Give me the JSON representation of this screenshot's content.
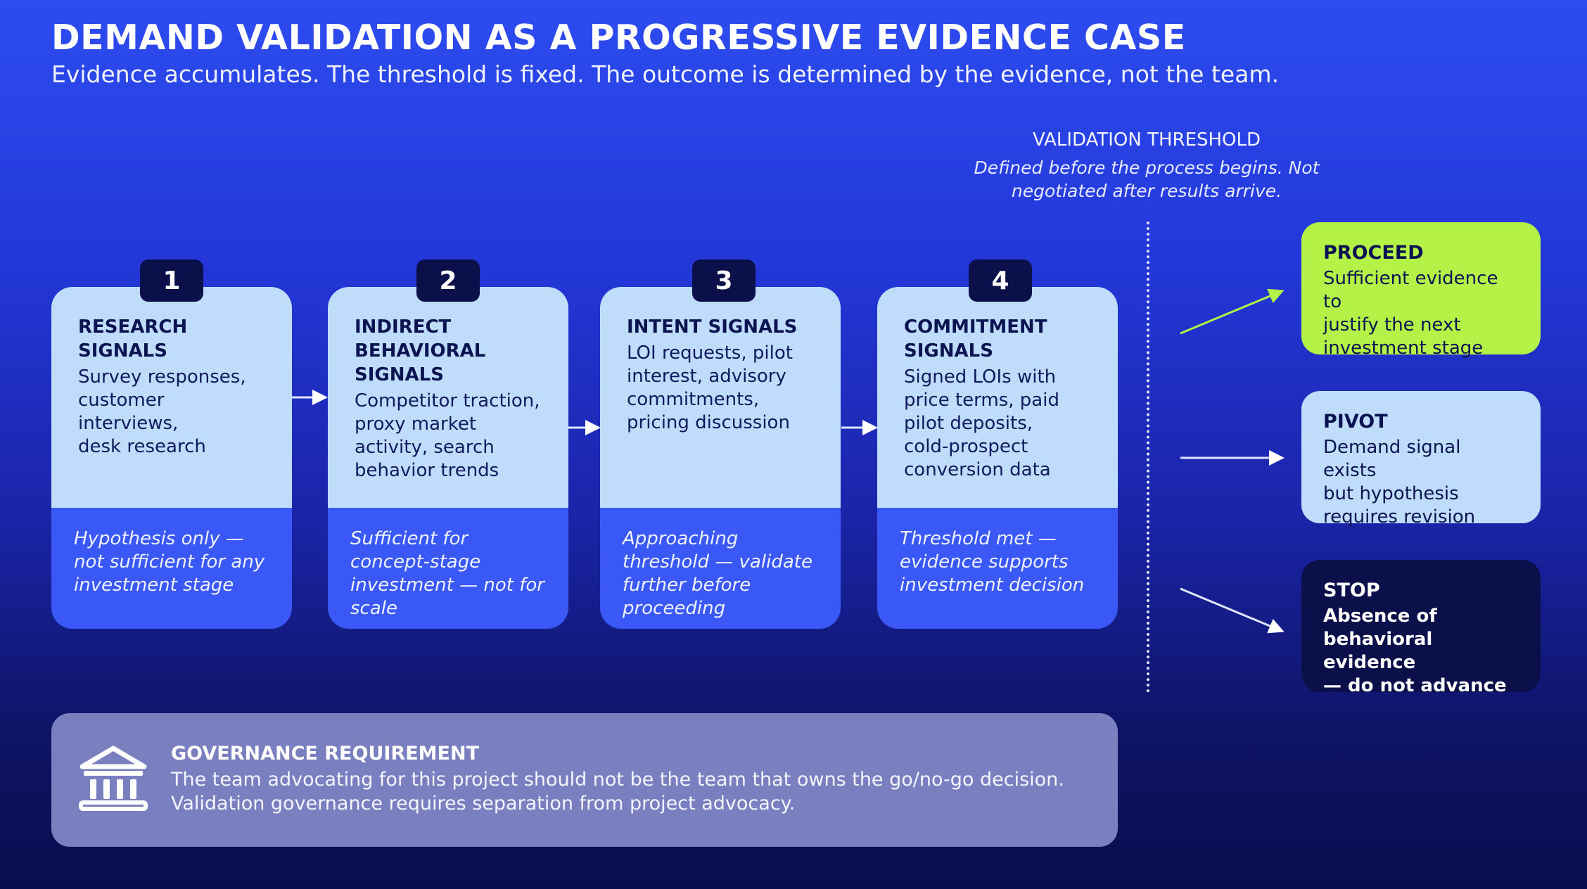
{
  "header": {
    "title": "DEMAND VALIDATION AS A PROGRESSIVE EVIDENCE CASE",
    "subtitle": "Evidence accumulates. The threshold is fixed. The outcome is determined by the evidence, not the team."
  },
  "threshold": {
    "title": "VALIDATION THRESHOLD",
    "note": "Defined before the process begins. Not\nnegotiated after results arrive."
  },
  "stages": [
    {
      "number": "1",
      "title": "RESEARCH\nSIGNALS",
      "description": "Survey responses,\ncustomer interviews,\ndesk research",
      "assessment": "Hypothesis only —\nnot sufficient for any\ninvestment stage"
    },
    {
      "number": "2",
      "title": "INDIRECT\nBEHAVIORAL\nSIGNALS",
      "description": "Competitor traction,\nproxy market\nactivity, search\nbehavior trends",
      "assessment": "Sufficient for\nconcept-stage\ninvestment — not for\nscale"
    },
    {
      "number": "3",
      "title": "INTENT SIGNALS",
      "description": "LOI requests, pilot\ninterest, advisory\ncommitments,\npricing discussion",
      "assessment": "Approaching\nthreshold — validate\nfurther before\nproceeding"
    },
    {
      "number": "4",
      "title": "COMMITMENT\nSIGNALS",
      "description": "Signed LOIs with\nprice terms, paid\npilot deposits,\ncold-prospect\nconversion data",
      "assessment": "Threshold met —\nevidence supports\ninvestment decision"
    }
  ],
  "outcomes": {
    "proceed": {
      "title": "PROCEED",
      "description": "Sufficient evidence to\njustify the next\ninvestment stage",
      "color": "#b4f247"
    },
    "pivot": {
      "title": "PIVOT",
      "description": "Demand signal exists\nbut hypothesis\nrequires revision",
      "color": "#bfdcfb"
    },
    "stop": {
      "title": "STOP",
      "description": "Absence of\nbehavioral evidence\n— do not advance",
      "color": "#0b0f4a"
    }
  },
  "governance": {
    "icon": "bank-icon",
    "title": "GOVERNANCE REQUIREMENT",
    "text": "The team advocating for this project should not be the team that owns the go/no-go decision.\nValidation governance requires separation from project advocacy."
  },
  "colors": {
    "stage_top": "#bfdcfb",
    "stage_bottom": "#3a58f5",
    "badge": "#0b0f4a",
    "proceed_arrow": "#b4f247",
    "default_arrow": "#ffffff"
  }
}
